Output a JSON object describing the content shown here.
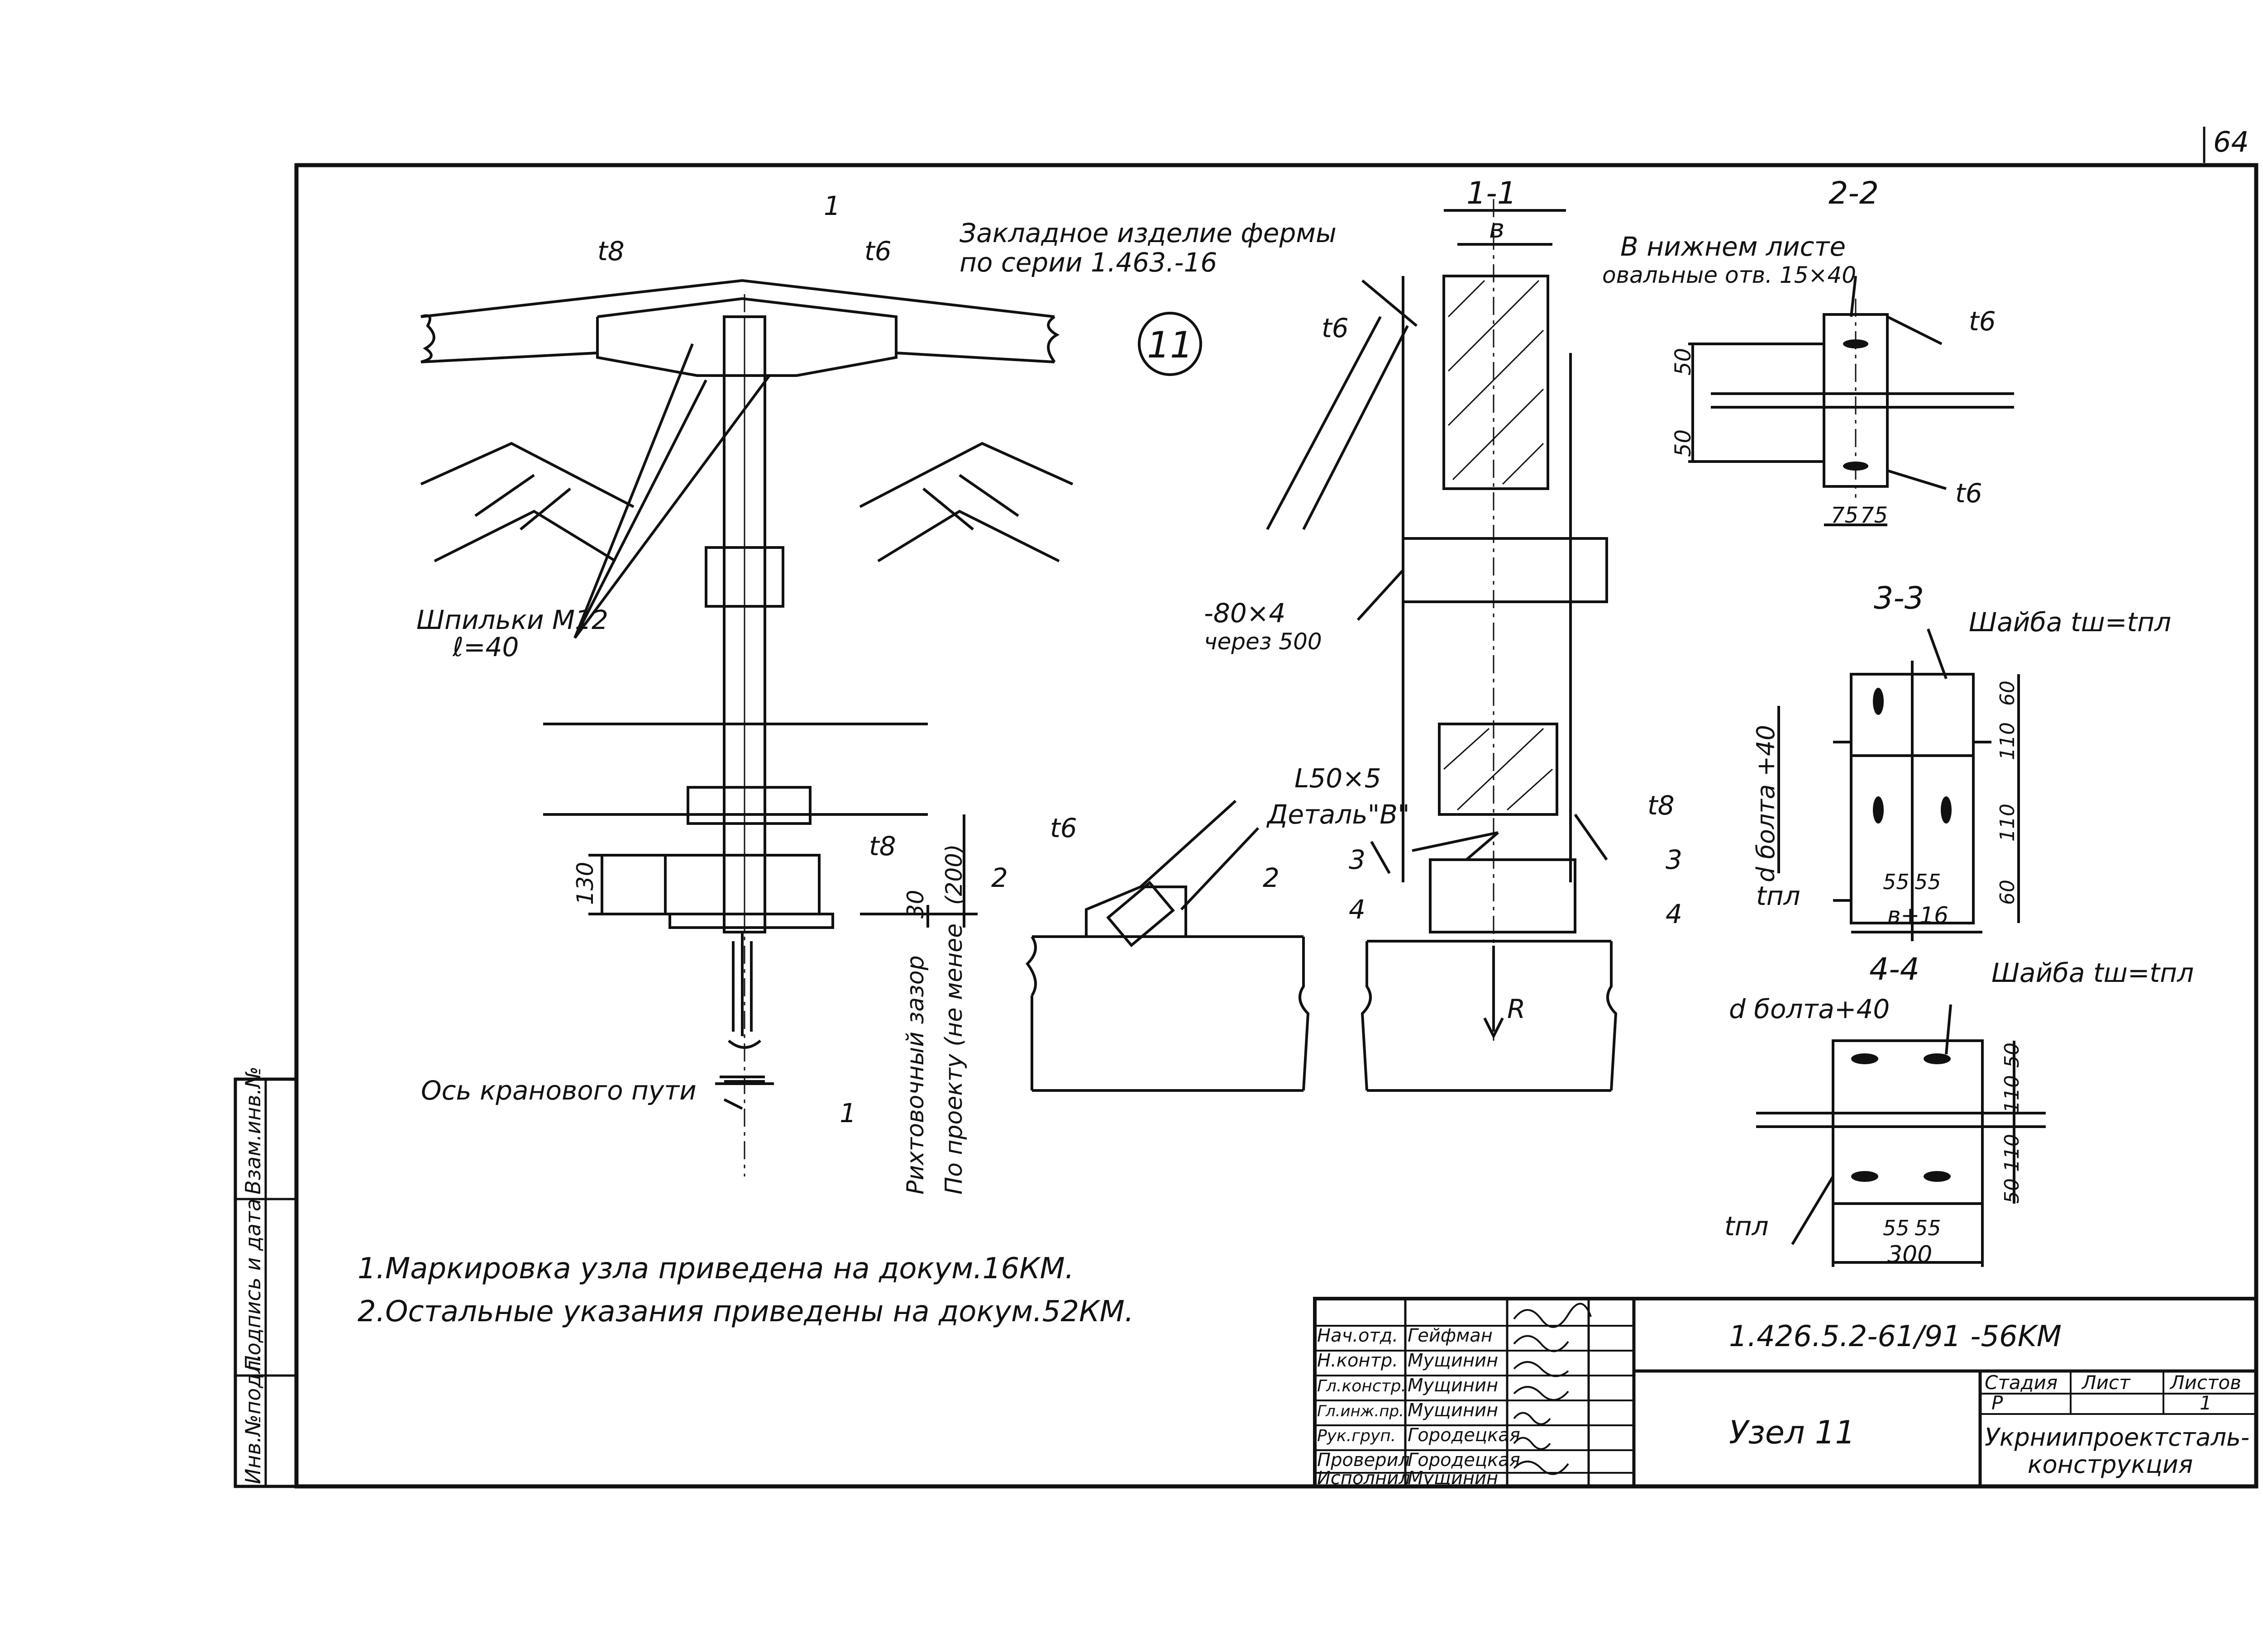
{
  "sheet_number": "64",
  "drawing_code": "1.426.5.2-61/91  -56KM",
  "title": "Узел 11",
  "node_number": "11",
  "organization_line1": "Укрниипроектсталь-",
  "organization_line2": "конструкция",
  "stage_header": "Стадия",
  "sheet_header": "Лист",
  "sheets_header": "Листов",
  "stage_value": "Р",
  "sheets_value": "1",
  "signatures": [
    {
      "role": "Нач.отд.",
      "name": "Гейфман"
    },
    {
      "role": "Н.контр.",
      "name": "Мущинин"
    },
    {
      "role": "Гл.констр.",
      "name": "Мущинин"
    },
    {
      "role": "Гл.инж.пр.",
      "name": "Мущинин"
    },
    {
      "role": "Рук.груп.",
      "name": "Городецкая"
    },
    {
      "role": "Проверил",
      "name": "Городецкая"
    },
    {
      "role": "Исполнил",
      "name": "Мущинин"
    }
  ],
  "side_stamp": [
    "Инв.№подл.",
    "Подпись и дата",
    "Взам.инв.№"
  ],
  "notes": [
    "1.Маркировка узла приведена на докум.16КМ.",
    "2.Остальные указания приведены на докум.52КМ."
  ],
  "labels": {
    "t8_a": "t8",
    "t6_a": "t6",
    "section_1_mark": "1",
    "embedded_1": "Закладное изделие фермы",
    "embedded_2": "по серии 1.463.-16",
    "studs_1": "Шпильки М12",
    "studs_2": "ℓ=40",
    "dim_130": "130",
    "t8_b": "t8",
    "dim_30": "30",
    "dim_200": "(200)",
    "gap_1": "Рихтовочный зазор",
    "gap_2": "По проекту (не менее",
    "crane_axis": "Ось кранового пути",
    "section_1_mark_b": "1",
    "t6_b": "t6",
    "section_2_a": "2",
    "section_2_b": "2",
    "sec11_title": "1-1",
    "sec11_b": "в",
    "t6_c": "t6",
    "strip_1": "-80×4",
    "strip_2": "через 500",
    "angle": "L50×5",
    "detail_b": "Деталь\"В\"",
    "t8_c": "t8",
    "s3_a": "3",
    "s4_a": "4",
    "s3_b": "3",
    "s4_b": "4",
    "reaction": "R",
    "sec22_title": "2-2",
    "holes_1": "В нижнем листе",
    "holes_2": "овальные отв. 15×40",
    "t6_d": "t6",
    "t6_e": "t6",
    "dim_50_a": "50",
    "dim_50_b": "50",
    "dim_75_a": "75",
    "dim_75_b": "75",
    "sec33_title": "3-3",
    "washer_1": "Шайба tш=tпл",
    "d_bolt_1": "d болта +40",
    "dim_60_a": "60",
    "dim_110_a": "110",
    "dim_110_b": "110",
    "dim_60_b": "60",
    "tpl_1": "tпл",
    "dim_55_a": "55",
    "dim_55_b": "55",
    "b16": "в+16",
    "sec44_title": "4-4",
    "washer_2": "Шайба tш=tпл",
    "d_bolt_2": "d болта+40",
    "dim_50_c": "50",
    "dim_110_c": "110",
    "dim_110_d": "110",
    "dim_50_d": "50",
    "tpl_2": "tпл",
    "dim_55_c": "55",
    "dim_55_d": "55",
    "dim_300": "300"
  }
}
